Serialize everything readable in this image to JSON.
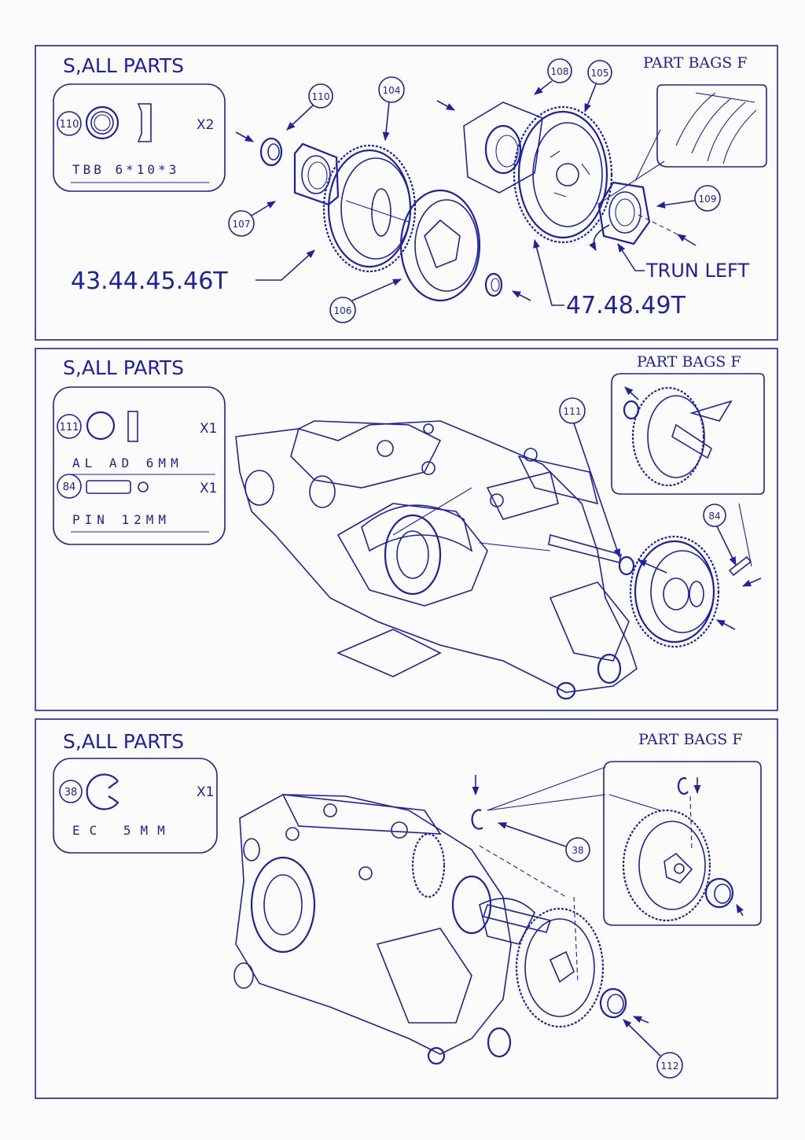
{
  "colors": {
    "ink": "#1d22a0",
    "paper": "#fbfbfb"
  },
  "panels": [
    {
      "title": "S,ALL PARTS",
      "bag": "PART BAGS F",
      "parts": [
        {
          "num": "110",
          "qty": "X2",
          "desc": "TBB 6*10*3"
        }
      ],
      "callouts": {
        "c110": "110",
        "c104": "104",
        "c108": "108",
        "c105": "105",
        "c107": "107",
        "c106": "106",
        "c109": "109"
      },
      "labels": {
        "teeth_a": "43.44.45.46T",
        "teeth_b": "47.48.49T",
        "turn": "TRUN LEFT"
      }
    },
    {
      "title": "S,ALL PARTS",
      "bag": "PART BAGS F",
      "parts": [
        {
          "num": "111",
          "qty": "X1",
          "desc": "AL AD 6MM"
        },
        {
          "num": "84",
          "qty": "X1",
          "desc": "PIN 12MM"
        }
      ],
      "callouts": {
        "c111": "111",
        "c84": "84"
      }
    },
    {
      "title": "S,ALL PARTS",
      "bag": "PART BAGS F",
      "parts": [
        {
          "num": "38",
          "qty": "X1",
          "desc": "EC 5MM"
        }
      ],
      "callouts": {
        "c38": "38",
        "c112": "112"
      }
    }
  ]
}
